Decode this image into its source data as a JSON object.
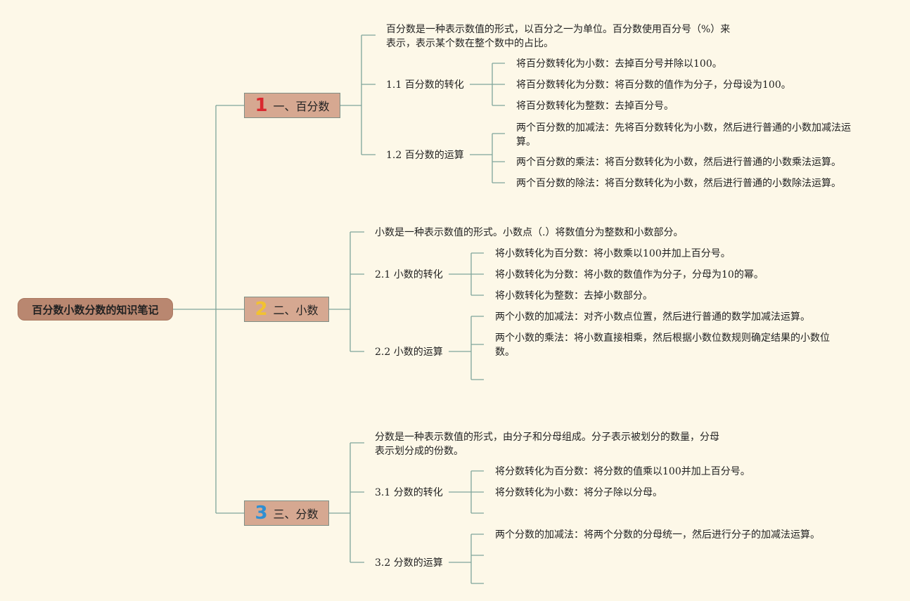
{
  "root": {
    "label": "百分数小数分数的知识笔记"
  },
  "colors": {
    "line": "#7fa59a",
    "root": "#b98770",
    "branch": "#d6a891",
    "num1": "#d9282f",
    "num2": "#f2c230",
    "num3": "#2f8fd2",
    "background": "#fdf8e8"
  },
  "branches": [
    {
      "number": "1",
      "label": "一、百分数",
      "definition": "百分数是一种表示数值的形式，以百分之一为单位。百分数使用百分号（%）来表示，表示某个数在整个数中的占比。",
      "subs": [
        {
          "label": "1.1 百分数的转化",
          "items": [
            "将百分数转化为小数：去掉百分号并除以100。",
            "将百分数转化为分数：将百分数的值作为分子，分母设为100。",
            "将百分数转化为整数：去掉百分号。"
          ]
        },
        {
          "label": "1.2 百分数的运算",
          "items": [
            "两个百分数的加减法：先将百分数转化为小数，然后进行普通的小数加减法运算。",
            "两个百分数的乘法：将百分数转化为小数，然后进行普通的小数乘法运算。",
            "两个百分数的除法：将百分数转化为小数，然后进行普通的小数除法运算。"
          ]
        }
      ]
    },
    {
      "number": "2",
      "label": "二、小数",
      "definition": "小数是一种表示数值的形式。小数点（.）将数值分为整数和小数部分。",
      "subs": [
        {
          "label": "2.1 小数的转化",
          "items": [
            "将小数转化为百分数：将小数乘以100并加上百分号。",
            "将小数转化为分数：将小数的数值作为分子，分母为10的幂。",
            "将小数转化为整数：去掉小数部分。"
          ]
        },
        {
          "label": "2.2 小数的运算",
          "items": [
            "两个小数的加减法：对齐小数点位置，然后进行普通的数学加减法运算。",
            "两个小数的乘法：将小数直接相乘，然后根据小数位数规则确定结果的小数位数。",
            ""
          ]
        }
      ]
    },
    {
      "number": "3",
      "label": "三、分数",
      "definition": "分数是一种表示数值的形式，由分子和分母组成。分子表示被划分的数量，分母表示划分成的份数。",
      "subs": [
        {
          "label": "3.1 分数的转化",
          "items": [
            "将分数转化为百分数：将分数的值乘以100并加上百分号。",
            "将分数转化为小数：将分子除以分母。",
            ""
          ]
        },
        {
          "label": "3.2 分数的运算",
          "items": [
            "两个分数的加减法：将两个分数的分母统一，然后进行分子的加减法运算。",
            "",
            ""
          ]
        }
      ]
    }
  ]
}
